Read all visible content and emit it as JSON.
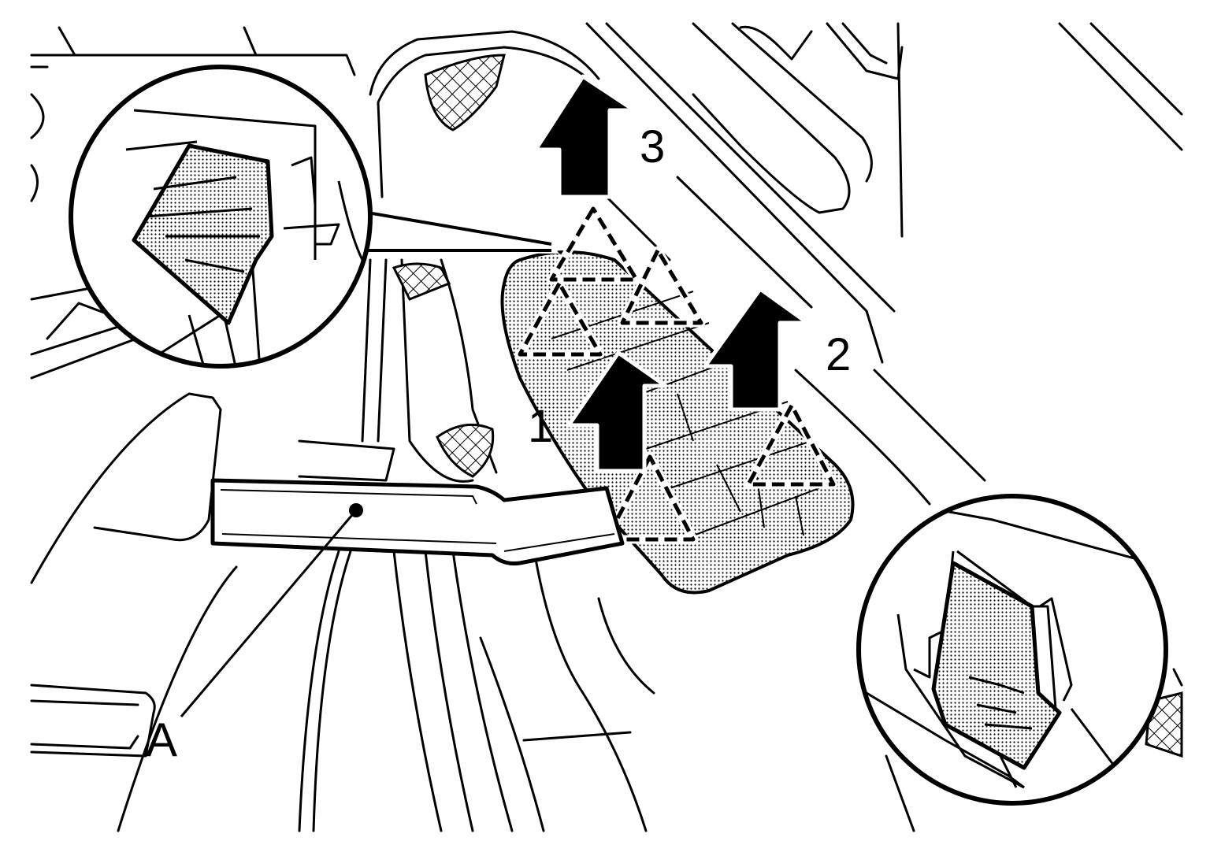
{
  "labels": {
    "step1": "1",
    "step2": "2",
    "step3": "3",
    "tool": "A"
  },
  "colors": {
    "ink": "#000000",
    "paper": "#ffffff",
    "shade": "#c8c8c8"
  },
  "icons": {
    "arrows": "arrow-up-icon",
    "clips": "clip-warning-triangle-icon"
  }
}
